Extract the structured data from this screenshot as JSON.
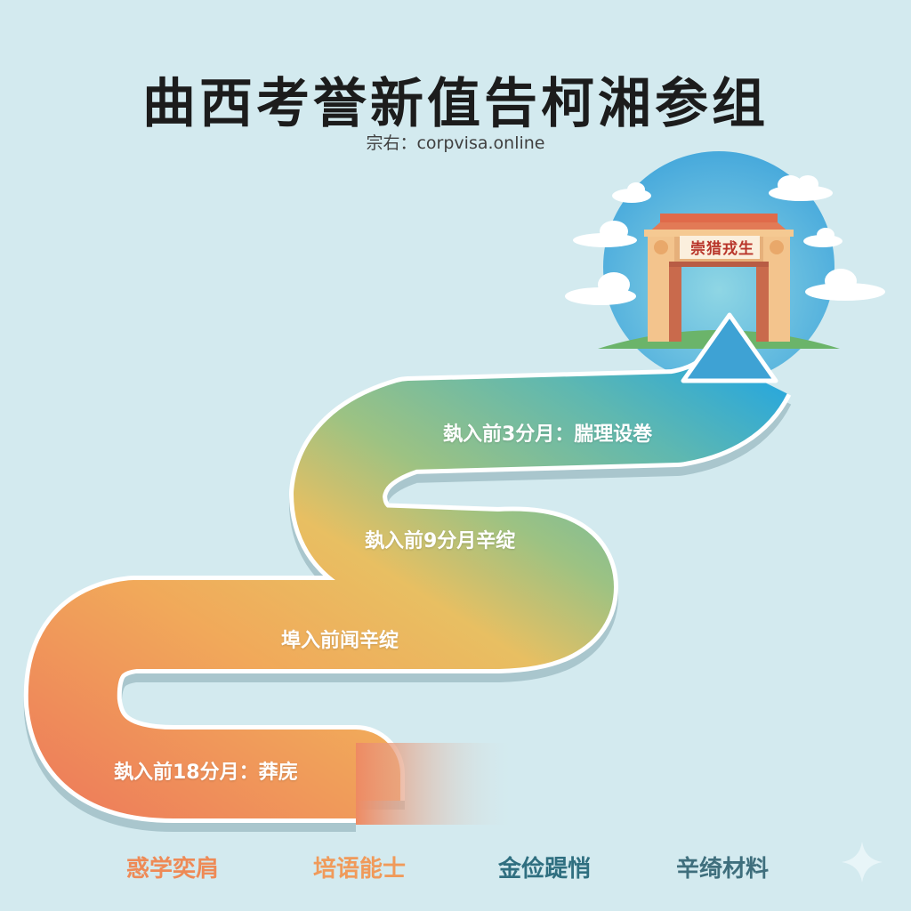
{
  "header": {
    "title": "曲西考誉新值告柯湘参组",
    "subtitle": "宗右：corpvisa.online"
  },
  "gate": {
    "sign_text": "崇猎戎生",
    "icon": "school-gate-icon"
  },
  "road": {
    "stages": [
      {
        "label": "埶入前18分月：莽庑",
        "color": "#ee8a5e"
      },
      {
        "label": "埠入前闻辛绽",
        "color": "#f0b35e"
      },
      {
        "label": "埶入前9分月辛绽",
        "color": "#9cc283"
      },
      {
        "label": "埶入前3分月：腨理设巻",
        "color": "#3fb3d4"
      }
    ],
    "arrow_icon": "arrow-up-icon"
  },
  "legend": {
    "items": [
      {
        "label": "惑学奕肩",
        "color": "#ee8a56"
      },
      {
        "label": "培语能士",
        "color": "#f09a5a"
      },
      {
        "label": "金俭踶悄",
        "color": "#2f6f80"
      },
      {
        "label": "辛绮材料",
        "color": "#3f6f7d"
      }
    ]
  },
  "colors": {
    "background": "#d3eaef",
    "road_outline": "#ffffff",
    "road_shadow": "#a9c6cd"
  }
}
